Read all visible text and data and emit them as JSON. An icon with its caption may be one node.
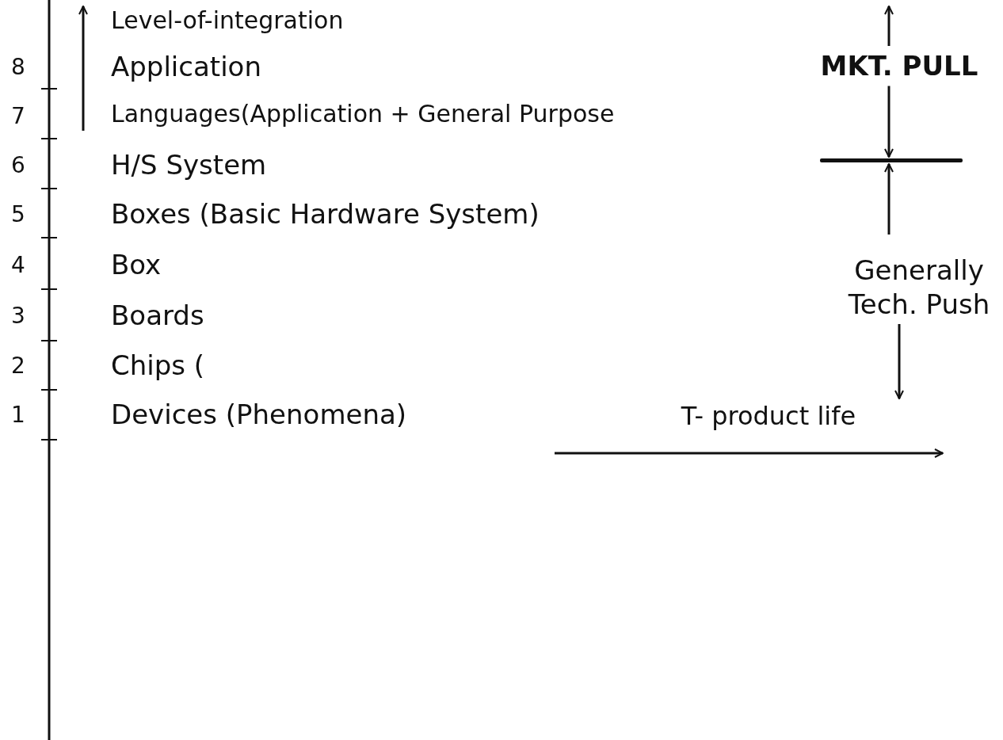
{
  "diagram": {
    "nodes": [
      {
        "text": [
          "MKT. PULL"
        ]
      },
      {
        "text": [],
        "shape": "bar"
      },
      {
        "text": [
          "Generally Tech. Push"
        ]
      },
      {
        "text": [
          "T- product life"
        ]
      }
    ],
    "edges": [
      {
        "from": 0,
        "to": null,
        "arrow": "to"
      },
      {
        "from": 0,
        "to": 1,
        "arrow": "to"
      },
      {
        "from": null,
        "to": 1,
        "arrow": "to"
      },
      {
        "from": 2,
        "to": 3,
        "arrow": "to"
      }
    ],
    "labels": [
      "Level-of-integration",
      "8",
      "Application",
      "7",
      "Languages(Application + General Purpose",
      "6",
      "H/S System",
      "5",
      "Boxes (Basic Hardware System)",
      "4",
      "Box",
      "3",
      "Boards",
      "2",
      "Chips (",
      "1",
      "Devices (Phenomena)"
    ]
  }
}
